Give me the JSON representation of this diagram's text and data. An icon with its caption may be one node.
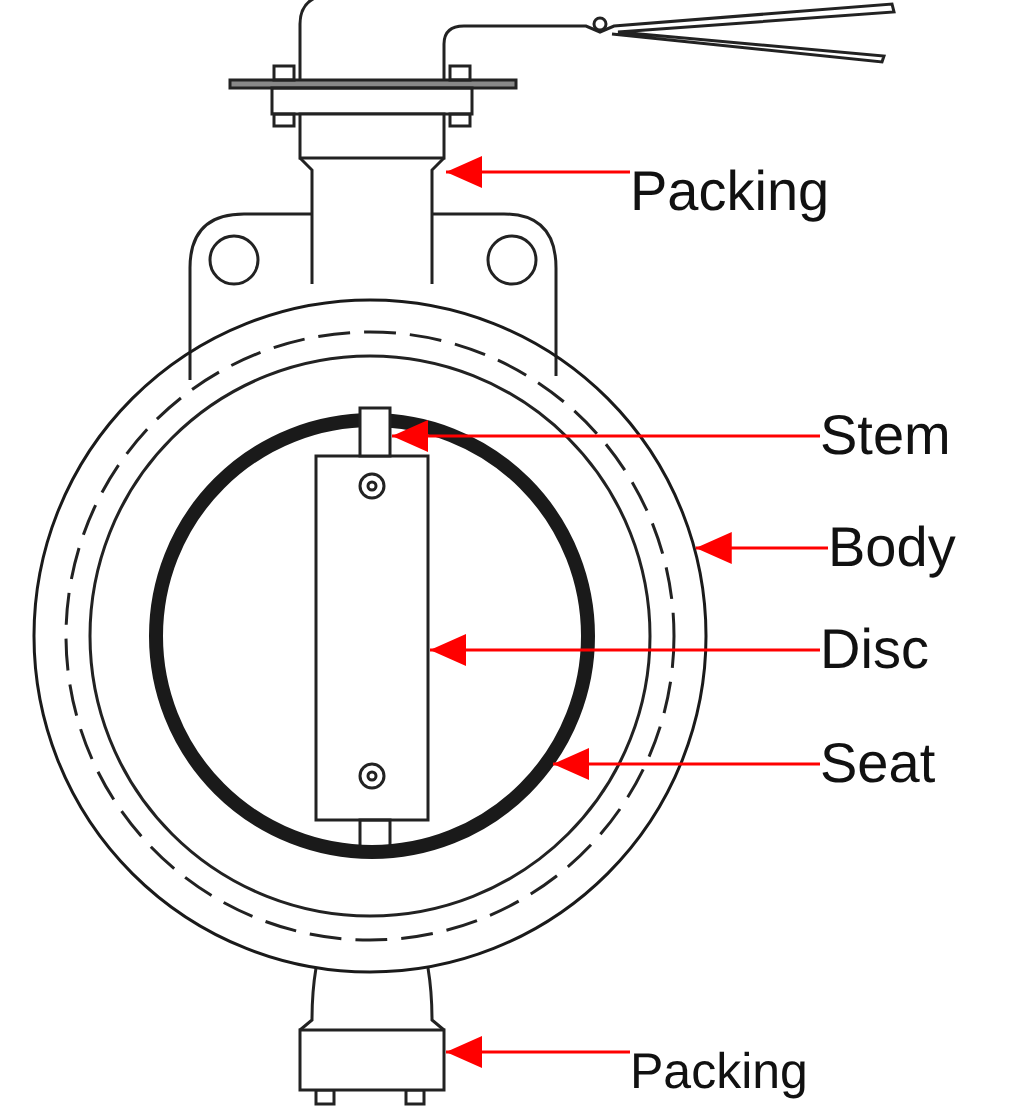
{
  "diagram": {
    "nodes": [
      {
        "text": [
          "Packing"
        ]
      },
      {
        "text": [
          "Stem"
        ]
      },
      {
        "text": [
          "Body"
        ]
      },
      {
        "text": [
          "Disc"
        ]
      },
      {
        "text": [
          "Seat"
        ]
      },
      {
        "text": [
          "Packing"
        ]
      },
      {
        "text": [],
        "shape": "box"
      },
      {
        "text": [],
        "shape": "bar",
        "in": 8
      },
      {
        "text": [],
        "shape": "circle"
      },
      {
        "text": [],
        "shape": "box",
        "in": 10
      },
      {
        "text": [],
        "shape": "circle",
        "in": 8
      },
      {
        "text": [],
        "shape": "box"
      }
    ],
    "edges": [
      {
        "from": 0,
        "to": 6,
        "arrow": "to"
      },
      {
        "from": 1,
        "to": 7,
        "arrow": "to"
      },
      {
        "from": 2,
        "to": 8,
        "arrow": "to"
      },
      {
        "from": 3,
        "to": 9,
        "arrow": "to"
      },
      {
        "from": 4,
        "to": 10,
        "arrow": "to"
      },
      {
        "from": 5,
        "to": 11,
        "arrow": "to"
      }
    ]
  }
}
